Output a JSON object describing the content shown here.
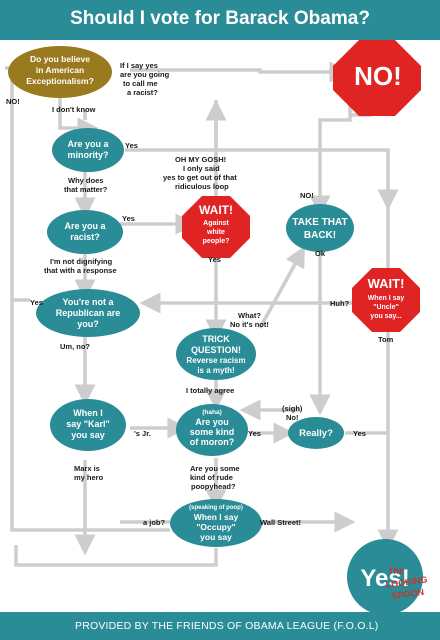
{
  "title": "Should I vote for Barack Obama?",
  "footer": "PROVIDED BY THE FRIENDS OF OBAMA LEAGUE (F.O.O.L)",
  "logo": {
    "line1": "The",
    "line2": "LOOKING",
    "line3": "SPOON"
  },
  "colors": {
    "teal": "#2a8c96",
    "gold": "#9a7a1e",
    "red": "#e02424",
    "line": "#cdcdcd"
  },
  "nodes": {
    "exceptionalism": [
      "Do you believe",
      "in American",
      "Exceptionalism?"
    ],
    "no_end": "NO!",
    "minority": [
      "Are you a",
      "minority?"
    ],
    "racist": [
      "Are you a",
      "racist?"
    ],
    "wait_white": [
      "WAIT!",
      "Against",
      "white",
      "people?"
    ],
    "take_back": [
      "TAKE THAT",
      "BACK!"
    ],
    "not_republican": [
      "You're not a",
      "Republican are",
      "you?"
    ],
    "trick": [
      "TRICK",
      "QUESTION!",
      "Reverse racism",
      "is a myth!"
    ],
    "wait_uncle": [
      "WAIT!",
      "When I say",
      "\"Uncle\"",
      "you say..."
    ],
    "karl": [
      "When I",
      "say \"Karl\"",
      "you say"
    ],
    "moron": [
      "(haha)",
      "Are you",
      "some kind",
      "of moron?"
    ],
    "really": "Really?",
    "occupy": [
      "(speaking of poop)",
      "When I say",
      "\"Occupy\"",
      "you say"
    ],
    "yes_end": "Yes!"
  },
  "edges": {
    "no_left": "NO!",
    "say_yes": [
      "If I say yes",
      "are you going",
      "to call me",
      "a racist?"
    ],
    "dont_know": "I don't know",
    "yes_minority": "Yes",
    "why_matter": [
      "Why does",
      "that matter?"
    ],
    "oh_my_gosh": [
      "OH MY GOSH!",
      "I only said",
      "yes to get out of that",
      "ridiculous loop"
    ],
    "yes_racist": "Yes",
    "no_take_back": "NO!",
    "not_dignifying": [
      "I'm not dignifying",
      "that with a response"
    ],
    "yes_wait": "Yes",
    "ok": "Ok",
    "yes_left": "Yes",
    "what": "What?",
    "no_its_not": "No it's not!",
    "huh": "Huh?",
    "um_no": "Um, no?",
    "tom": "Tom",
    "totally_agree": "I totally agree",
    "sigh_no": [
      "(sigh)",
      "No!"
    ],
    "s_jr": "'s Jr.",
    "yes_moron": "Yes",
    "yes_really": "Yes",
    "marx": [
      "Marx is",
      "my hero"
    ],
    "rude": [
      "Are you some",
      "kind of rude",
      "poopyhead?"
    ],
    "a_job": "a job?",
    "wall_street": "Wall Street!"
  }
}
